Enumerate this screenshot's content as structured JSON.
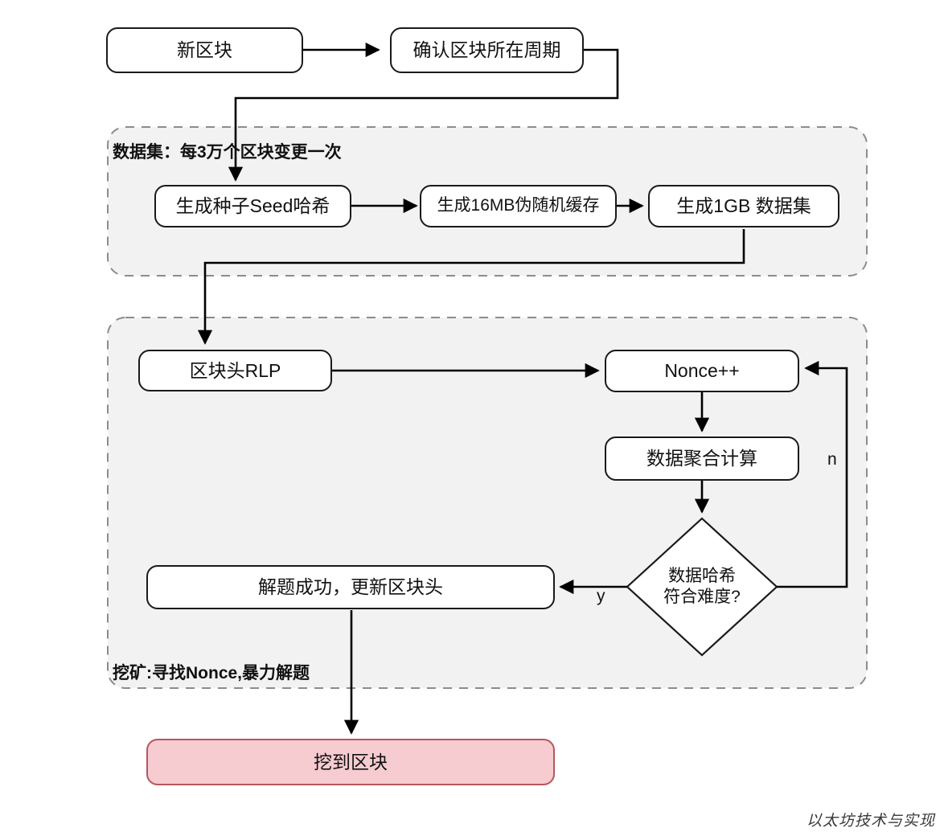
{
  "diagram": {
    "title_watermark": "以太坊技术与实现",
    "colors": {
      "node_fill": "#ffffff",
      "node_stroke": "#1a1a1a",
      "group_fill": "#f2f2f2",
      "group_stroke": "#8c8c8c",
      "result_fill": "#f6ccd0",
      "result_stroke": "#b8555f",
      "edge_stroke": "#000000"
    }
  },
  "nodes": {
    "new_block": "新区块",
    "confirm_epoch": "确认区块所在周期",
    "seed_hash": "生成种子Seed哈希",
    "cache_16mb": "生成16MB伪随机缓存",
    "dataset_1gb": "生成1GB 数据集",
    "header_rlp": "区块头RLP",
    "nonce_inc": "Nonce++",
    "aggregate": "数据聚合计算",
    "difficulty_check": "数据哈希\n符合难度?",
    "solved": "解题成功，更新区块头",
    "mined_block": "挖到区块"
  },
  "groups": {
    "dataset": "数据集：每3万个区块变更一次",
    "mining": "挖矿:寻找Nonce,暴力解题"
  },
  "edge_labels": {
    "yes": "y",
    "no": "n"
  }
}
